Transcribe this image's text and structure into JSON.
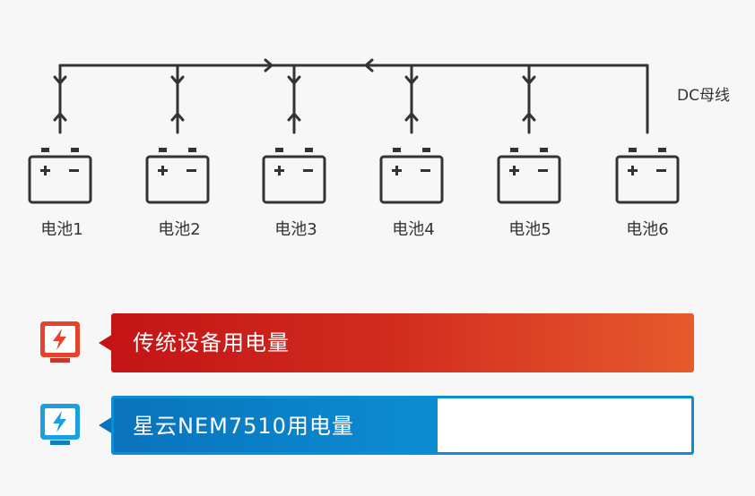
{
  "bus": {
    "label": "DC母线",
    "line_color": "#333333"
  },
  "batteries": [
    {
      "label": "电池1"
    },
    {
      "label": "电池2"
    },
    {
      "label": "电池3"
    },
    {
      "label": "电池4"
    },
    {
      "label": "电池5"
    },
    {
      "label": "电池6"
    }
  ],
  "battery_icon": {
    "plus": "+",
    "minus": "−"
  },
  "comparison": [
    {
      "label": "传统设备用电量",
      "level": 1.0,
      "colors": {
        "start": "#c41416",
        "end": "#e65a2c",
        "icon": "#e8432a"
      },
      "icon": "lightning-icon"
    },
    {
      "label": "星云NEM7510用电量",
      "level": 0.56,
      "colors": {
        "start": "#0a73bd",
        "end": "#0b8dd2",
        "icon": "#1a9fe0"
      },
      "icon": "lightning-icon"
    }
  ]
}
